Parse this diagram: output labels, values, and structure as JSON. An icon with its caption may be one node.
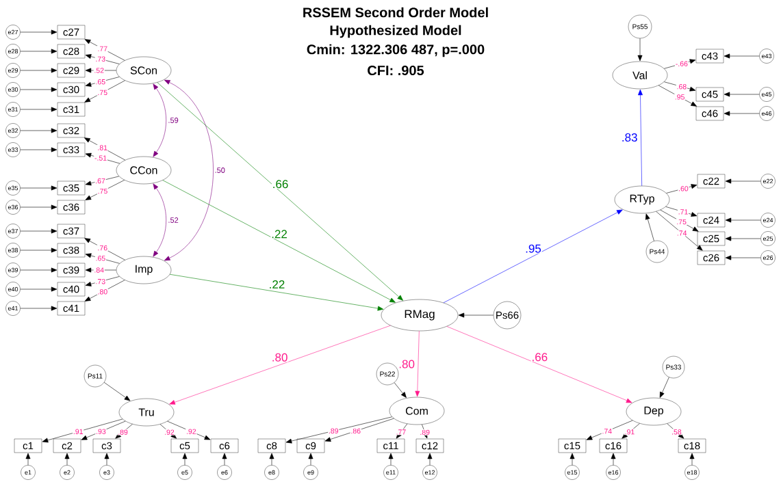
{
  "diagram": {
    "title": "RSSEM Second Order Model",
    "labels": [
      "Hypothesized Model",
      "Cmin: 1322.306 487, p=.000",
      "CFI: .905"
    ],
    "nodes": [
      {
        "text": [
          "Ps55"
        ]
      },
      {
        "text": [
          "Val"
        ]
      },
      {
        "text": [
          "c43"
        ]
      },
      {
        "text": [
          "e43"
        ]
      },
      {
        "text": [
          "c45"
        ]
      },
      {
        "text": [
          "e45"
        ]
      },
      {
        "text": [
          "c46"
        ]
      },
      {
        "text": [
          "e46"
        ]
      },
      {
        "text": [
          "e27"
        ]
      },
      {
        "text": [
          "c27"
        ]
      },
      {
        "text": [
          "e28"
        ]
      },
      {
        "text": [
          "c28"
        ]
      },
      {
        "text": [
          "e29"
        ]
      },
      {
        "text": [
          "c29"
        ]
      },
      {
        "text": [
          "e30"
        ]
      },
      {
        "text": [
          "c30"
        ]
      },
      {
        "text": [
          "e31"
        ]
      },
      {
        "text": [
          "c31"
        ]
      },
      {
        "text": [
          "SCon"
        ]
      },
      {
        "text": [
          "e32"
        ]
      },
      {
        "text": [
          "c32"
        ]
      },
      {
        "text": [
          "e33"
        ]
      },
      {
        "text": [
          "c33"
        ]
      },
      {
        "text": [
          "CCon"
        ]
      },
      {
        "text": [
          "e35"
        ]
      },
      {
        "text": [
          "c35"
        ]
      },
      {
        "text": [
          "e36"
        ]
      },
      {
        "text": [
          "c36"
        ]
      },
      {
        "text": [
          "e37"
        ]
      },
      {
        "text": [
          "c37"
        ]
      },
      {
        "text": [
          "e38"
        ]
      },
      {
        "text": [
          "c38"
        ]
      },
      {
        "text": [
          "e39"
        ]
      },
      {
        "text": [
          "c39"
        ]
      },
      {
        "text": [
          "e40"
        ]
      },
      {
        "text": [
          "c40"
        ]
      },
      {
        "text": [
          "e41"
        ]
      },
      {
        "text": [
          "c41"
        ]
      },
      {
        "text": [
          "Imp"
        ]
      },
      {
        "text": [
          "RTyp"
        ]
      },
      {
        "text": [
          "c22"
        ]
      },
      {
        "text": [
          "e22"
        ]
      },
      {
        "text": [
          "c24"
        ]
      },
      {
        "text": [
          "e24"
        ]
      },
      {
        "text": [
          "c25"
        ]
      },
      {
        "text": [
          "e25"
        ]
      },
      {
        "text": [
          "c26"
        ]
      },
      {
        "text": [
          "e26"
        ]
      },
      {
        "text": [
          "Ps44"
        ]
      },
      {
        "text": [
          "RMag"
        ]
      },
      {
        "text": [
          "Ps66"
        ]
      },
      {
        "text": [
          "Ps11"
        ]
      },
      {
        "text": [
          "Tru"
        ]
      },
      {
        "text": [
          "Ps22"
        ]
      },
      {
        "text": [
          "Com"
        ]
      },
      {
        "text": [
          "Ps33"
        ]
      },
      {
        "text": [
          "Dep"
        ]
      },
      {
        "text": [
          "c1"
        ]
      },
      {
        "text": [
          "c2"
        ]
      },
      {
        "text": [
          "c3"
        ]
      },
      {
        "text": [
          "c5"
        ]
      },
      {
        "text": [
          "c6"
        ]
      },
      {
        "text": [
          "c8"
        ]
      },
      {
        "text": [
          "c9"
        ]
      },
      {
        "text": [
          "c11"
        ]
      },
      {
        "text": [
          "c12"
        ]
      },
      {
        "text": [
          "c15"
        ]
      },
      {
        "text": [
          "c16"
        ]
      },
      {
        "text": [
          "c18"
        ]
      },
      {
        "text": [
          "e1"
        ]
      },
      {
        "text": [
          "e2"
        ]
      },
      {
        "text": [
          "e3"
        ]
      },
      {
        "text": [
          "e5"
        ]
      },
      {
        "text": [
          "e6"
        ]
      },
      {
        "text": [
          "e8"
        ]
      },
      {
        "text": [
          "e9"
        ]
      },
      {
        "text": [
          "e11"
        ]
      },
      {
        "text": [
          "e12"
        ]
      },
      {
        "text": [
          "e15"
        ]
      },
      {
        "text": [
          "e16"
        ]
      },
      {
        "text": [
          "e18"
        ]
      }
    ],
    "edges": [
      {
        "from": 0,
        "to": 1,
        "arrow": "to"
      },
      {
        "from": 1,
        "to": 2,
        "arrow": "to",
        "label": "-.66"
      },
      {
        "from": 3,
        "to": 2,
        "arrow": "to"
      },
      {
        "from": 1,
        "to": 4,
        "arrow": "to",
        "label": ".68"
      },
      {
        "from": 5,
        "to": 4,
        "arrow": "to"
      },
      {
        "from": 1,
        "to": 6,
        "arrow": "to",
        "label": ".95"
      },
      {
        "from": 7,
        "to": 6,
        "arrow": "to"
      },
      {
        "from": 18,
        "to": 9,
        "arrow": "to",
        "label": ".77"
      },
      {
        "from": 18,
        "to": 11,
        "arrow": "to",
        "label": ".73"
      },
      {
        "from": 18,
        "to": 13,
        "arrow": "to",
        "label": ".52"
      },
      {
        "from": 18,
        "to": 15,
        "arrow": "to",
        "label": ".65"
      },
      {
        "from": 18,
        "to": 17,
        "arrow": "to",
        "label": ".75"
      },
      {
        "from": 8,
        "to": 9,
        "arrow": "to"
      },
      {
        "from": 10,
        "to": 11,
        "arrow": "to"
      },
      {
        "from": 12,
        "to": 13,
        "arrow": "to"
      },
      {
        "from": 14,
        "to": 15,
        "arrow": "to"
      },
      {
        "from": 16,
        "to": 17,
        "arrow": "to"
      },
      {
        "from": 23,
        "to": 20,
        "arrow": "to",
        "label": ".81"
      },
      {
        "from": 23,
        "to": 22,
        "arrow": "to",
        "label": "-.51"
      },
      {
        "from": 23,
        "to": 25,
        "arrow": "to",
        "label": ".67"
      },
      {
        "from": 23,
        "to": 27,
        "arrow": "to",
        "label": ".75"
      },
      {
        "from": 19,
        "to": 20,
        "arrow": "to"
      },
      {
        "from": 21,
        "to": 22,
        "arrow": "to"
      },
      {
        "from": 24,
        "to": 25,
        "arrow": "to"
      },
      {
        "from": 26,
        "to": 27,
        "arrow": "to"
      },
      {
        "from": 38,
        "to": 29,
        "arrow": "to",
        "label": ".76"
      },
      {
        "from": 38,
        "to": 31,
        "arrow": "to",
        "label": ".65"
      },
      {
        "from": 38,
        "to": 33,
        "arrow": "to",
        "label": ".84"
      },
      {
        "from": 38,
        "to": 35,
        "arrow": "to",
        "label": ".73"
      },
      {
        "from": 38,
        "to": 37,
        "arrow": "to",
        "label": ".80"
      },
      {
        "from": 28,
        "to": 29,
        "arrow": "to"
      },
      {
        "from": 30,
        "to": 31,
        "arrow": "to"
      },
      {
        "from": 32,
        "to": 33,
        "arrow": "to"
      },
      {
        "from": 34,
        "to": 35,
        "arrow": "to"
      },
      {
        "from": 36,
        "to": 37,
        "arrow": "to"
      },
      {
        "from": 18,
        "to": 23,
        "arrow": "both",
        "label": ".59",
        "color": "#800080"
      },
      {
        "from": 18,
        "to": 38,
        "arrow": "both",
        "label": ".50",
        "color": "#800080"
      },
      {
        "from": 23,
        "to": 38,
        "arrow": "both",
        "label": ".52",
        "color": "#800080"
      },
      {
        "from": 18,
        "to": 49,
        "arrow": "to",
        "label": ".66",
        "color": "#008000"
      },
      {
        "from": 23,
        "to": 49,
        "arrow": "to",
        "label": ".22",
        "color": "#008000"
      },
      {
        "from": 38,
        "to": 49,
        "arrow": "to",
        "label": ".22",
        "color": "#008000"
      },
      {
        "from": 49,
        "to": 39,
        "arrow": "to",
        "label": ".95",
        "color": "#0000ff"
      },
      {
        "from": 39,
        "to": 1,
        "arrow": "to",
        "label": ".83",
        "color": "#0000ff"
      },
      {
        "from": 50,
        "to": 49,
        "arrow": "to"
      },
      {
        "from": 49,
        "to": 52,
        "arrow": "to",
        "label": ".80",
        "color": "#ff1a8c"
      },
      {
        "from": 49,
        "to": 54,
        "arrow": "to",
        "label": ".80",
        "color": "#ff1a8c"
      },
      {
        "from": 49,
        "to": 56,
        "arrow": "to",
        "label": ".66",
        "color": "#ff1a8c"
      },
      {
        "from": 39,
        "to": 40,
        "arrow": "to",
        "label": ".60"
      },
      {
        "from": 41,
        "to": 40,
        "arrow": "to"
      },
      {
        "from": 39,
        "to": 42,
        "arrow": "to",
        "label": ".71"
      },
      {
        "from": 43,
        "to": 42,
        "arrow": "to"
      },
      {
        "from": 39,
        "to": 44,
        "arrow": "to",
        "label": ".75"
      },
      {
        "from": 45,
        "to": 44,
        "arrow": "to"
      },
      {
        "from": 39,
        "to": 46,
        "arrow": "to",
        "label": ".74"
      },
      {
        "from": 47,
        "to": 46,
        "arrow": "to"
      },
      {
        "from": 48,
        "to": 39,
        "arrow": "to"
      },
      {
        "from": 51,
        "to": 52,
        "arrow": "to"
      },
      {
        "from": 53,
        "to": 54,
        "arrow": "to"
      },
      {
        "from": 55,
        "to": 56,
        "arrow": "to"
      },
      {
        "from": 52,
        "to": 57,
        "arrow": "to",
        "label": ".91"
      },
      {
        "from": 52,
        "to": 58,
        "arrow": "to",
        "label": ".93"
      },
      {
        "from": 52,
        "to": 59,
        "arrow": "to",
        "label": ".89"
      },
      {
        "from": 52,
        "to": 60,
        "arrow": "to",
        "label": ".92"
      },
      {
        "from": 52,
        "to": 61,
        "arrow": "to",
        "label": ".92"
      },
      {
        "from": 54,
        "to": 62,
        "arrow": "to",
        "label": ".89"
      },
      {
        "from": 54,
        "to": 63,
        "arrow": "to",
        "label": ".86"
      },
      {
        "from": 54,
        "to": 64,
        "arrow": "to",
        "label": ".77"
      },
      {
        "from": 54,
        "to": 65,
        "arrow": "to",
        "label": ".89"
      },
      {
        "from": 56,
        "to": 66,
        "arrow": "to",
        "label": ".74"
      },
      {
        "from": 56,
        "to": 67,
        "arrow": "to",
        "label": ".91"
      },
      {
        "from": 56,
        "to": 68,
        "arrow": "to",
        "label": ".58"
      },
      {
        "from": 69,
        "to": 57,
        "arrow": "to"
      },
      {
        "from": 70,
        "to": 58,
        "arrow": "to"
      },
      {
        "from": 71,
        "to": 59,
        "arrow": "to"
      },
      {
        "from": 72,
        "to": 60,
        "arrow": "to"
      },
      {
        "from": 73,
        "to": 61,
        "arrow": "to"
      },
      {
        "from": 74,
        "to": 62,
        "arrow": "to"
      },
      {
        "from": 75,
        "to": 63,
        "arrow": "to"
      },
      {
        "from": 76,
        "to": 64,
        "arrow": "to"
      },
      {
        "from": 77,
        "to": 65,
        "arrow": "to"
      },
      {
        "from": 78,
        "to": 66,
        "arrow": "to"
      },
      {
        "from": 79,
        "to": 67,
        "arrow": "to"
      },
      {
        "from": 80,
        "to": 68,
        "arrow": "to"
      }
    ]
  }
}
